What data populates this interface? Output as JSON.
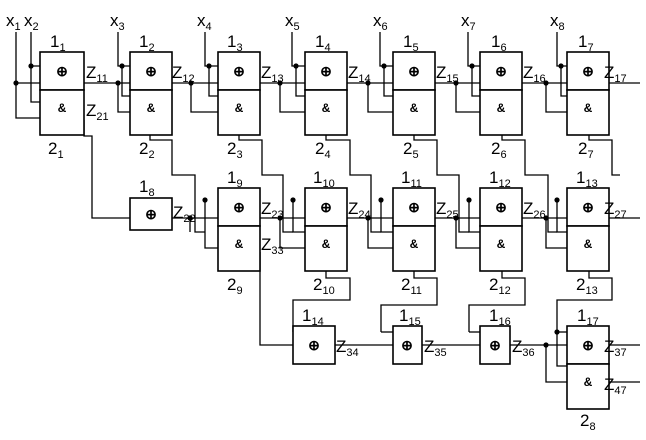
{
  "inputs": [
    {
      "main": "x",
      "sub": "1"
    },
    {
      "main": "x",
      "sub": "2"
    },
    {
      "main": "x",
      "sub": "3"
    },
    {
      "main": "x",
      "sub": "4"
    },
    {
      "main": "x",
      "sub": "5"
    },
    {
      "main": "x",
      "sub": "6"
    },
    {
      "main": "x",
      "sub": "7"
    },
    {
      "main": "x",
      "sub": "8"
    }
  ],
  "symbols": {
    "xor": "⊕",
    "and": "&"
  },
  "double_gates": [
    {
      "top": {
        "main": "1",
        "sub": "1"
      },
      "bottom": {
        "main": "2",
        "sub": "1"
      },
      "out1": {
        "main": "Z",
        "sub": "11"
      },
      "out2": {
        "main": "Z",
        "sub": "21"
      }
    },
    {
      "top": {
        "main": "1",
        "sub": "2"
      },
      "bottom": {
        "main": "2",
        "sub": "2"
      },
      "out1": {
        "main": "Z",
        "sub": "12"
      }
    },
    {
      "top": {
        "main": "1",
        "sub": "3"
      },
      "bottom": {
        "main": "2",
        "sub": "3"
      },
      "out1": {
        "main": "Z",
        "sub": "13"
      }
    },
    {
      "top": {
        "main": "1",
        "sub": "4"
      },
      "bottom": {
        "main": "2",
        "sub": "4"
      },
      "out1": {
        "main": "Z",
        "sub": "14"
      }
    },
    {
      "top": {
        "main": "1",
        "sub": "5"
      },
      "bottom": {
        "main": "2",
        "sub": "5"
      },
      "out1": {
        "main": "Z",
        "sub": "15"
      }
    },
    {
      "top": {
        "main": "1",
        "sub": "6"
      },
      "bottom": {
        "main": "2",
        "sub": "6"
      },
      "out1": {
        "main": "Z",
        "sub": "16"
      }
    },
    {
      "top": {
        "main": "1",
        "sub": "7"
      },
      "bottom": {
        "main": "2",
        "sub": "7"
      },
      "out1": {
        "main": "Z",
        "sub": "17"
      }
    },
    {
      "top": {
        "main": "1",
        "sub": "9"
      },
      "bottom": {
        "main": "2",
        "sub": "9"
      },
      "out1": {
        "main": "Z",
        "sub": "23"
      },
      "out2": {
        "main": "Z",
        "sub": "33"
      }
    },
    {
      "top": {
        "main": "1",
        "sub": "10"
      },
      "bottom": {
        "main": "2",
        "sub": "10"
      },
      "out1": {
        "main": "Z",
        "sub": "24"
      }
    },
    {
      "top": {
        "main": "1",
        "sub": "11"
      },
      "bottom": {
        "main": "2",
        "sub": "11"
      },
      "out1": {
        "main": "Z",
        "sub": "25"
      }
    },
    {
      "top": {
        "main": "1",
        "sub": "12"
      },
      "bottom": {
        "main": "2",
        "sub": "12"
      },
      "out1": {
        "main": "Z",
        "sub": "26"
      }
    },
    {
      "top": {
        "main": "1",
        "sub": "13"
      },
      "bottom": {
        "main": "2",
        "sub": "13"
      },
      "out1": {
        "main": "Z",
        "sub": "27"
      }
    },
    {
      "top": {
        "main": "1",
        "sub": "17"
      },
      "bottom": {
        "main": "2",
        "sub": "8"
      },
      "out1": {
        "main": "Z",
        "sub": "37"
      },
      "out2": {
        "main": "Z",
        "sub": "47"
      }
    }
  ],
  "single_gates": [
    {
      "top": {
        "main": "1",
        "sub": "8"
      },
      "out": {
        "main": "Z",
        "sub": "22"
      }
    },
    {
      "top": {
        "main": "1",
        "sub": "14"
      },
      "out": {
        "main": "Z",
        "sub": "34"
      }
    },
    {
      "top": {
        "main": "1",
        "sub": "15"
      },
      "out": {
        "main": "Z",
        "sub": "35"
      }
    },
    {
      "top": {
        "main": "1",
        "sub": "16"
      },
      "out": {
        "main": "Z",
        "sub": "36"
      }
    }
  ]
}
